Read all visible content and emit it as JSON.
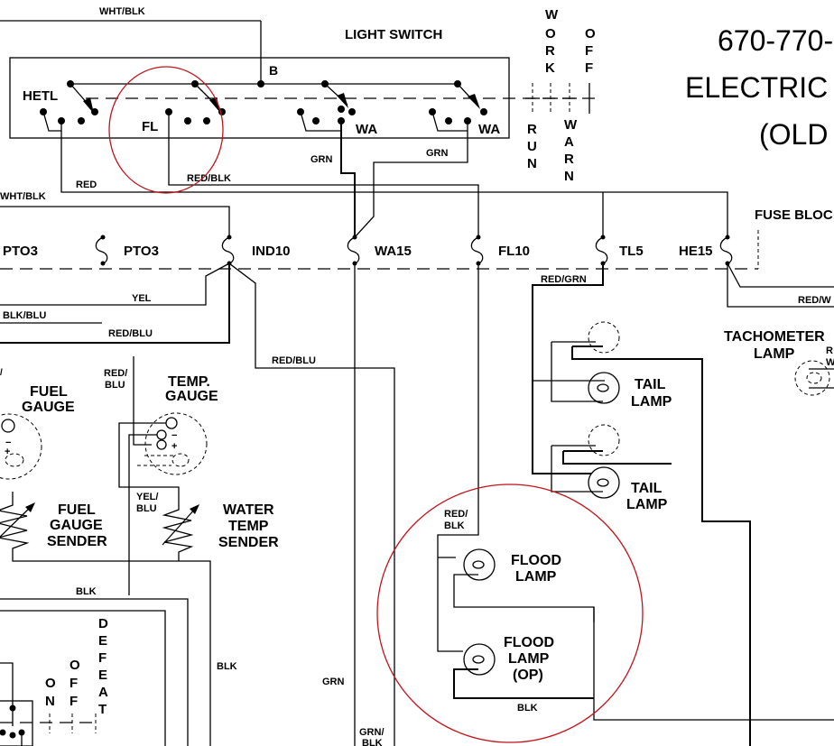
{
  "title": {
    "line1": "670-770-",
    "line2": "ELECTRIC",
    "line3": "(OLD"
  },
  "light_switch": {
    "label": "LIGHT SWITCH",
    "terminals": {
      "b": "B",
      "hetl": "HETL",
      "fl": "FL",
      "wa1": "WA",
      "wa2": "WA"
    },
    "positions": {
      "work": [
        "W",
        "O",
        "R",
        "K"
      ],
      "off": [
        "O",
        "F",
        "F"
      ],
      "run": [
        "R",
        "U",
        "N"
      ],
      "warn": [
        "W",
        "A",
        "R",
        "N"
      ]
    }
  },
  "fuse_block": {
    "label": "FUSE BLOC",
    "fuses": [
      "PTO3",
      "PTO3",
      "IND10",
      "WA15",
      "FL10",
      "TL5",
      "HE15"
    ]
  },
  "wire_labels": {
    "wht_blk_top": "WHT/BLK",
    "wht_blk_left": "WHT/BLK",
    "red": "RED",
    "red_blk_top": "RED/BLK",
    "grn_1": "GRN",
    "grn_2": "GRN",
    "yel": "YEL",
    "blk_blu": "BLK/BLU",
    "red_blu_1": "RED/BLU",
    "red_blu_2": "RED/BLU",
    "red_blu_3": "RED/",
    "red_blu_3b": "BLU",
    "red_grn": "RED/GRN",
    "red_wht": "RED/W",
    "tach_r": "R",
    "tach_w": "W",
    "yel_blu_a": "YEL/",
    "yel_blu_b": "BLU",
    "blk_1": "BLK",
    "blk_2": "BLK",
    "blk_3": "BLK",
    "grn_3": "GRN",
    "grn_blk_a": "GRN/",
    "grn_blk_b": "BLK",
    "red_blk_flood_a": "RED/",
    "red_blk_flood_b": "BLK"
  },
  "components": {
    "fuel_gauge": [
      "FUEL",
      "GAUGE"
    ],
    "temp_gauge": [
      "TEMP.",
      "GAUGE"
    ],
    "fuel_sender": [
      "FUEL",
      "GAUGE",
      "SENDER"
    ],
    "water_sender": [
      "WATER",
      "TEMP",
      "SENDER"
    ],
    "tail_lamp_1": [
      "TAIL",
      "LAMP"
    ],
    "tail_lamp_2": [
      "TAIL",
      "LAMP"
    ],
    "tach_lamp": [
      "TACHOMETER",
      "LAMP"
    ],
    "flood_lamp": [
      "FLOOD",
      "LAMP"
    ],
    "flood_lamp_op": [
      "FLOOD",
      "LAMP",
      "(OP)"
    ],
    "gauge_minus": "−",
    "gauge_plus": "+"
  },
  "defeat_switch": {
    "on": [
      "O",
      "N"
    ],
    "off": [
      "O",
      "F",
      "F"
    ],
    "defeat": [
      "D",
      "E",
      "F",
      "E",
      "A",
      "T"
    ]
  },
  "annotations": {
    "highlight_color": "#c0141c"
  }
}
